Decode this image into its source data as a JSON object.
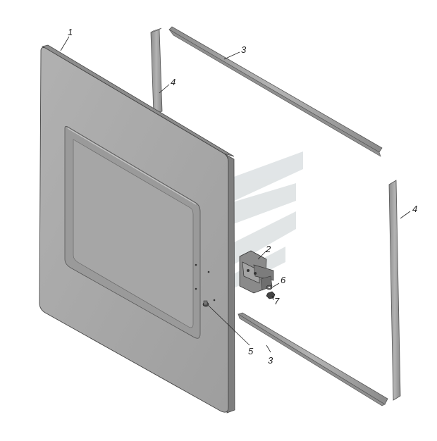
{
  "diagram": {
    "callouts": {
      "panel": "1",
      "bracket": "2",
      "strip_top": "3",
      "strip_bottom": "3",
      "strip_left": "4",
      "strip_right": "4",
      "pin": "5",
      "washer": "6",
      "nut": "7"
    },
    "watermark_logo": "stylized-arrow-logo"
  },
  "colors": {
    "panel_face": "#a9a9a9",
    "panel_edge": "#7a7a7a",
    "strip": "#9c9c9c",
    "watermark": "#c6cdd0"
  }
}
